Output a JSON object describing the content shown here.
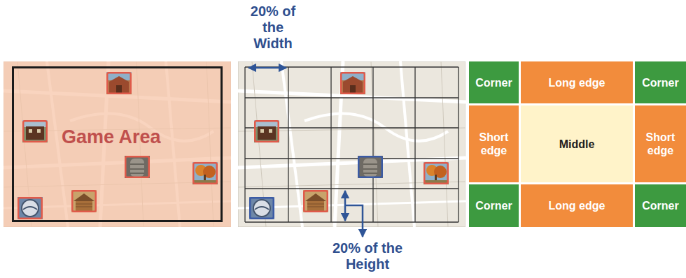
{
  "diagram": {
    "nodes": [
      {
        "text": [
          "Game Area"
        ]
      },
      {
        "text": [
          "Corner"
        ]
      },
      {
        "text": [
          "Long edge"
        ]
      },
      {
        "text": [
          "Corner"
        ]
      },
      {
        "text": [
          "Short edge"
        ]
      },
      {
        "text": [
          "Middle"
        ]
      },
      {
        "text": [
          "Short edge"
        ]
      },
      {
        "text": [
          "Corner"
        ]
      },
      {
        "text": [
          "Long edge"
        ]
      },
      {
        "text": [
          "Corner"
        ]
      }
    ],
    "labels": [
      "20% of the Width",
      "20% of the Height"
    ]
  }
}
